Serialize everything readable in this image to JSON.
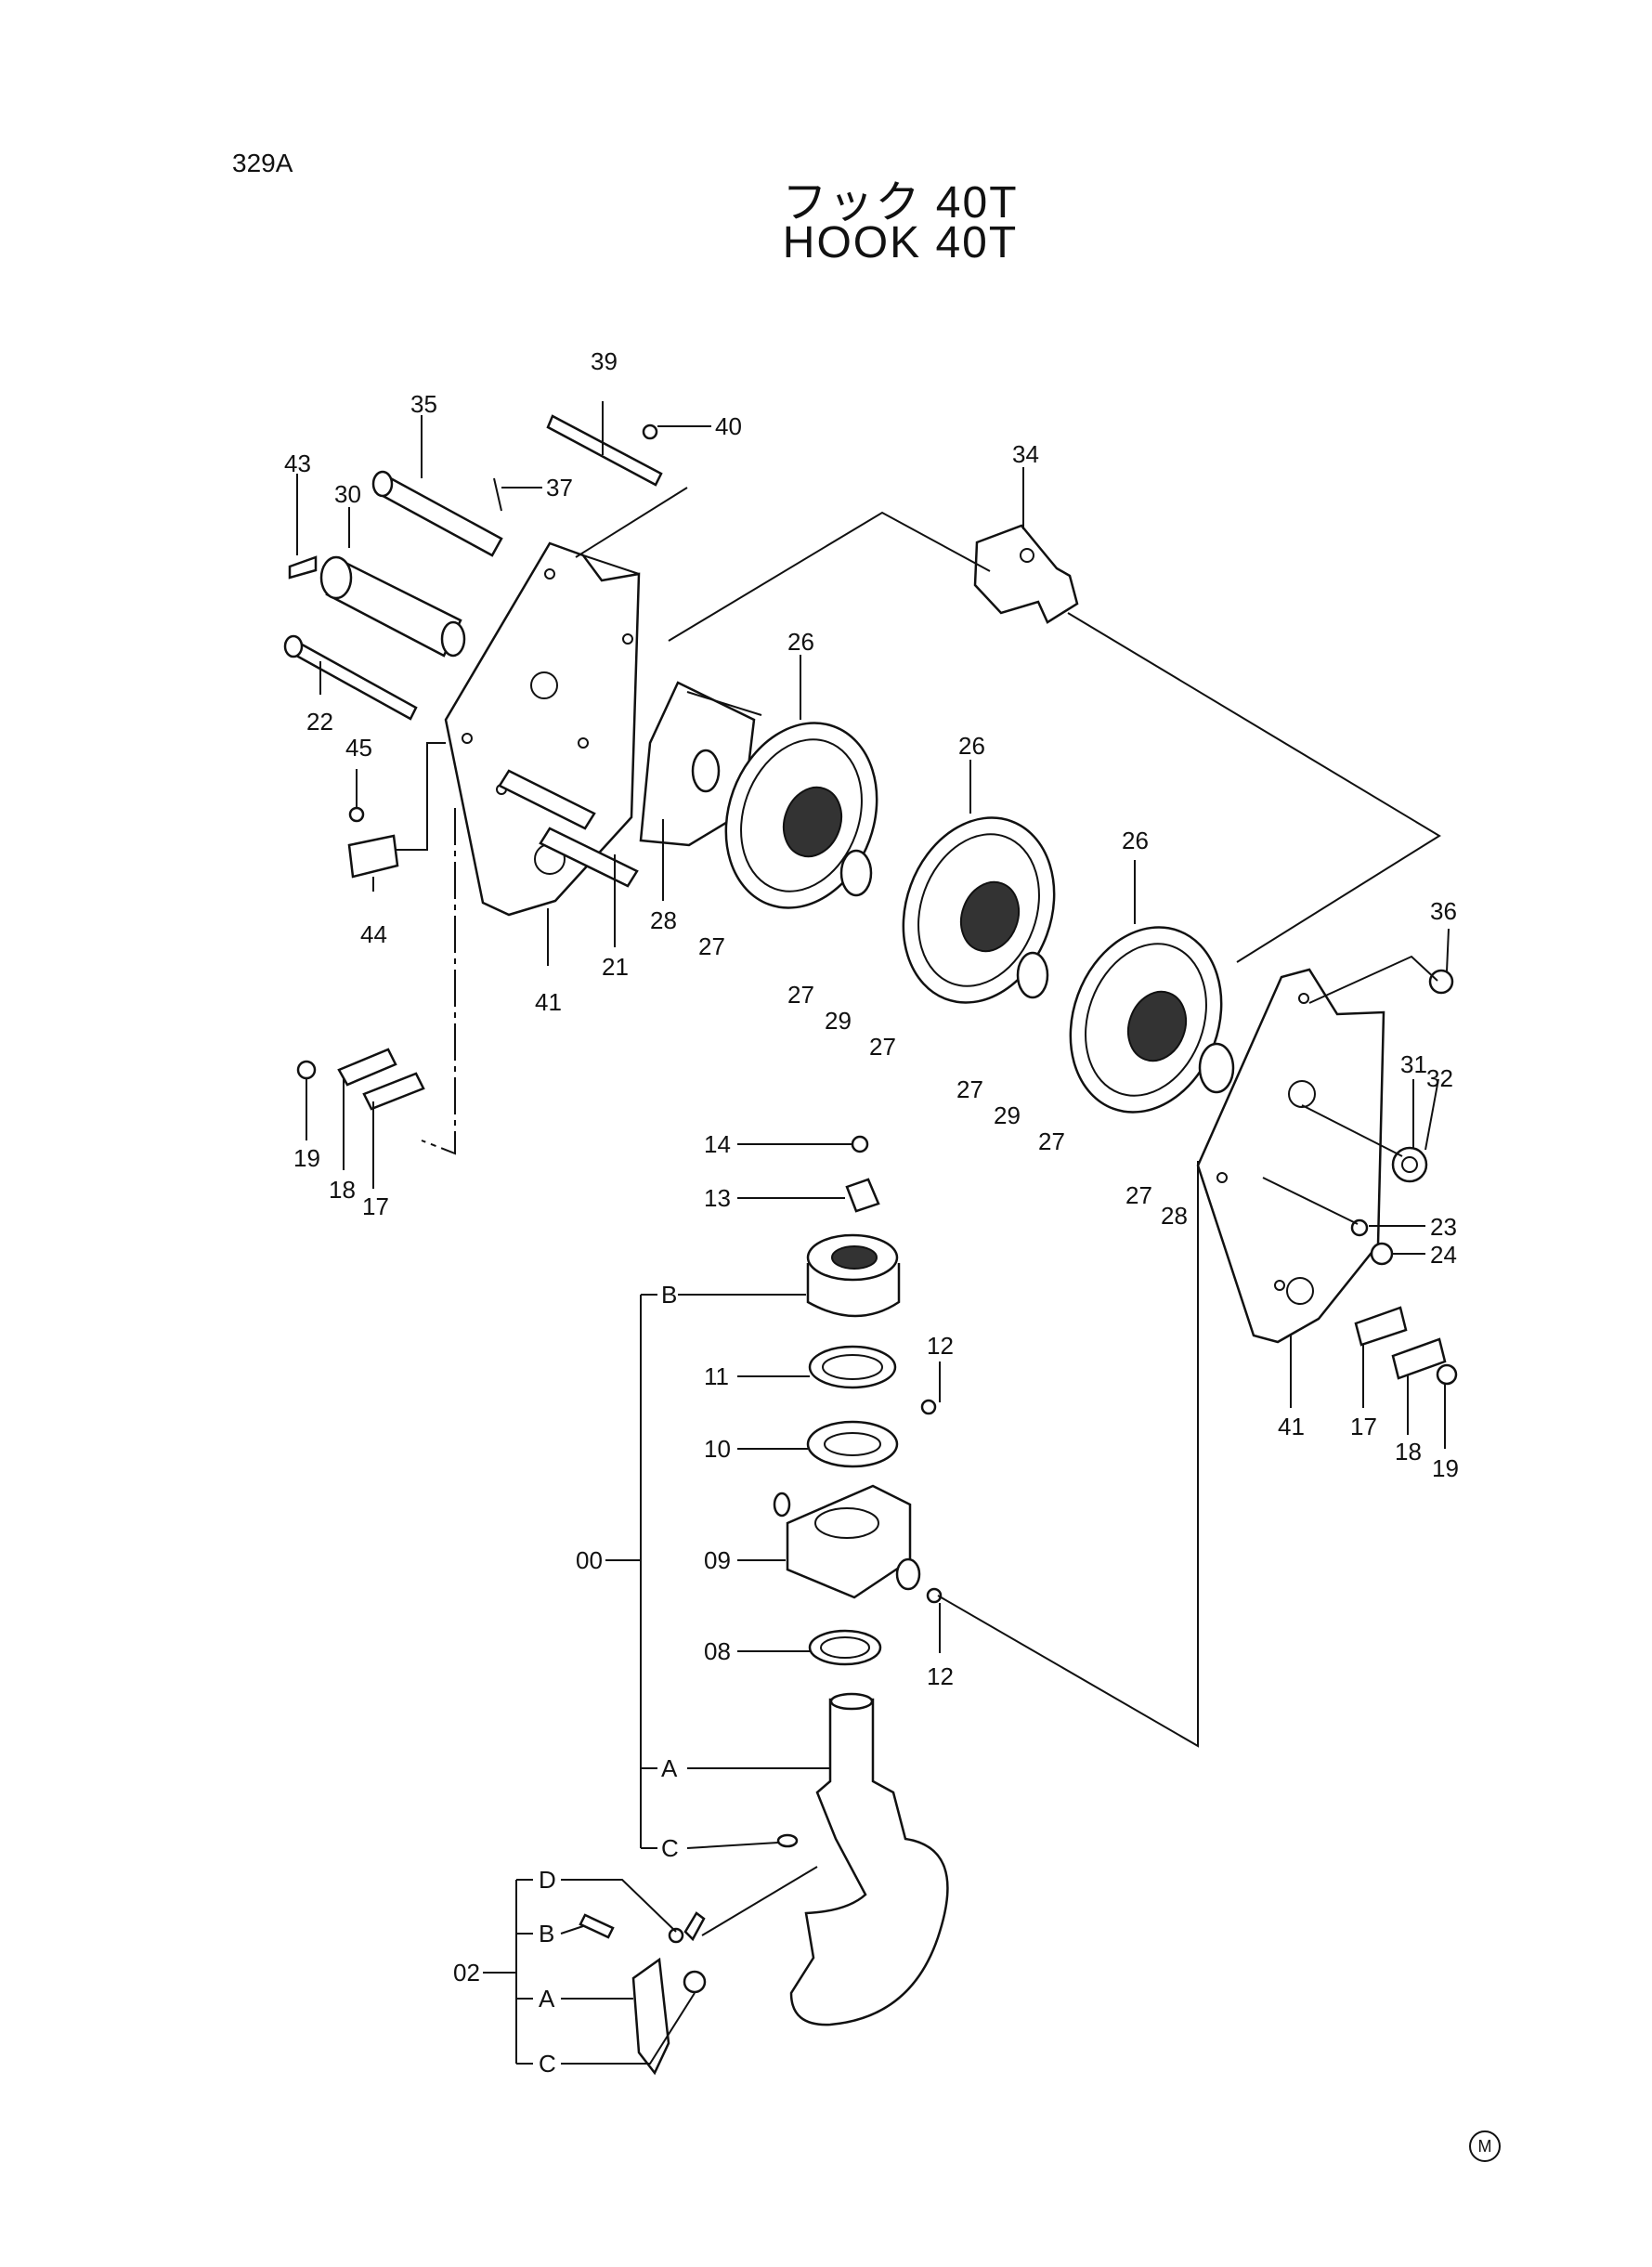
{
  "page": {
    "number": "329A",
    "title_jp": "フック 40T",
    "title_en": "HOOK 40T",
    "mark": "M"
  },
  "callouts": {
    "c39": "39",
    "c40": "40",
    "c35": "35",
    "c37": "37",
    "c43": "43",
    "c30": "30",
    "c34": "34",
    "c22": "22",
    "c45": "45",
    "c44": "44",
    "c21": "21",
    "c41a": "41",
    "c28a": "28",
    "c26a": "26",
    "c26b": "26",
    "c26c": "26",
    "c27a": "27",
    "c27b": "27",
    "c27c": "27",
    "c27d": "27",
    "c27e": "27",
    "c27f": "27",
    "c29a": "29",
    "c29b": "29",
    "c36": "36",
    "c31": "31",
    "c32": "32",
    "c28b": "28",
    "c23": "23",
    "c24": "24",
    "c19a": "19",
    "c18a": "18",
    "c17a": "17",
    "c41b": "41",
    "c17b": "17",
    "c18b": "18",
    "c19b": "19",
    "c14": "14",
    "c13": "13",
    "cB": "B",
    "c11": "11",
    "c12a": "12",
    "c10": "10",
    "c00": "00",
    "c09": "09",
    "c08": "08",
    "c12b": "12",
    "cA": "A",
    "cC": "C",
    "c02": "02",
    "c02D": "D",
    "c02B": "B",
    "c02A": "A",
    "c02C": "C"
  }
}
